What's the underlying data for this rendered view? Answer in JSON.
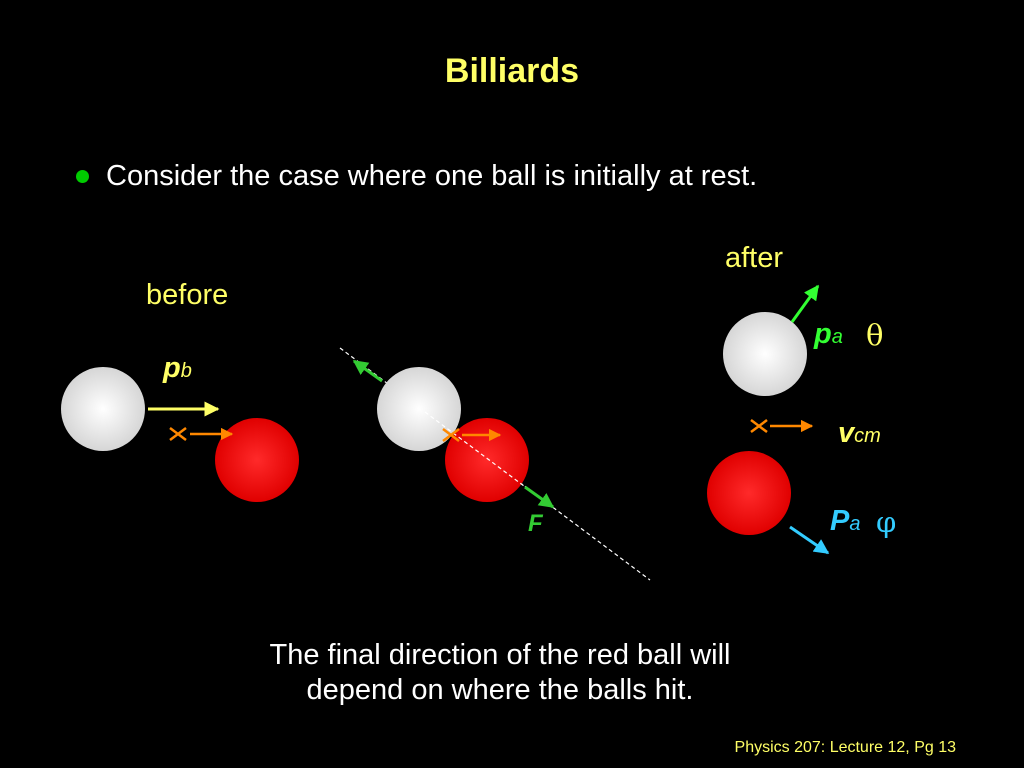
{
  "title": "Billiards",
  "bullet": "Consider the case where one ball is initially at rest.",
  "labels": {
    "before": "before",
    "after": "after",
    "p_b_main": "p",
    "p_b_sub": "b",
    "F": "F",
    "p_a_main": "p",
    "p_a_sub": "a",
    "theta": "θ",
    "v_cm_main": "v",
    "v_cm_sub": "cm",
    "P_a_main": "P",
    "P_a_sub": "a",
    "phi": "φ"
  },
  "caption_line1": "The final direction of the red ball will",
  "caption_line2": "depend on where the balls hit.",
  "footer": "Physics 207: Lecture 12, Pg 13",
  "colors": {
    "background": "#000000",
    "title": "#ffff66",
    "text": "#ffffff",
    "bullet": "#00cc00",
    "label_yellow": "#ffff66",
    "white_ball": "#e8e8e8",
    "red_ball": "#ff0000",
    "momentum_arrow": "#ffff66",
    "cm_marker": "#ff8800",
    "force_arrow": "#33cc33",
    "p_a_arrow": "#33ff33",
    "P_a_arrow": "#33ccff",
    "dashed_line": "#ffffff"
  }
}
